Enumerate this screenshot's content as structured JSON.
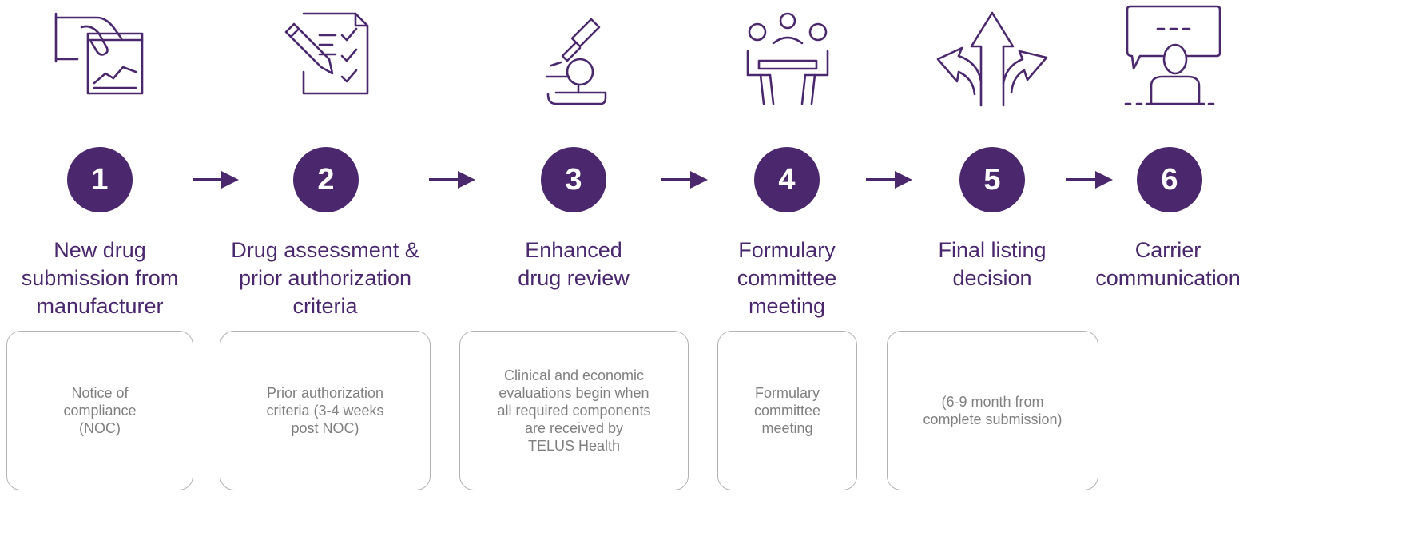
{
  "colors": {
    "brand": "#4b286d",
    "box_border": "#b3b3b3",
    "box_text": "#808080"
  },
  "steps": [
    {
      "number": "1",
      "title": "New drug\nsubmission from\nmanufacturer",
      "note": "Notice of\ncompliance\n(NOC)",
      "icon": "hand-chart-icon"
    },
    {
      "number": "2",
      "title": "Drug assessment &\nprior authorization\ncriteria",
      "note": "Prior authorization\ncriteria (3-4 weeks\npost NOC)",
      "icon": "checklist-pen-icon"
    },
    {
      "number": "3",
      "title": "Enhanced\ndrug review",
      "note": "Clinical and economic\nevaluations begin when\nall required components\nare received by\nTELUS Health",
      "icon": "microscope-icon"
    },
    {
      "number": "4",
      "title": "Formulary\ncommittee\nmeeting",
      "note": "Formulary\ncommittee\nmeeting",
      "icon": "meeting-icon"
    },
    {
      "number": "5",
      "title": "Final listing\ndecision",
      "note": "(6-9 month from\ncomplete submission)",
      "icon": "decision-arrows-icon"
    },
    {
      "number": "6",
      "title": "Carrier\ncommunication",
      "note": "",
      "icon": "speech-person-icon"
    }
  ]
}
